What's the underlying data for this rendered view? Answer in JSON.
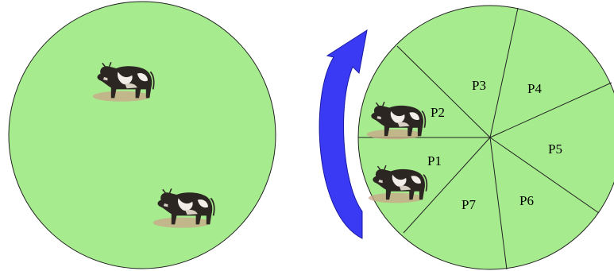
{
  "left_pasture": {
    "fill": "#a6ec8e",
    "cows": [
      "cow-icon",
      "cow-icon"
    ]
  },
  "rotation_arrow": {
    "color": "#3a3af5",
    "icon": "curved-arrow-icon"
  },
  "right_pasture": {
    "fill": "#a6ec8e",
    "paddocks": [
      {
        "label": "P1"
      },
      {
        "label": "P2"
      },
      {
        "label": "P3"
      },
      {
        "label": "P4"
      },
      {
        "label": "P5"
      },
      {
        "label": "P6"
      },
      {
        "label": "P7"
      }
    ],
    "cows": [
      "cow-icon",
      "cow-icon"
    ]
  }
}
